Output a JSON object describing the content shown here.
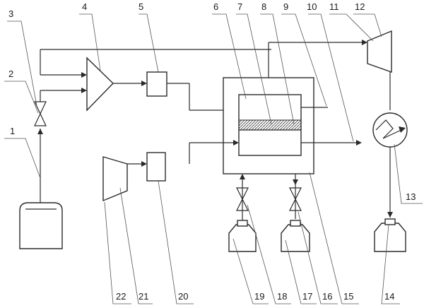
{
  "labels": [
    {
      "id": "1",
      "text": "1"
    },
    {
      "id": "2",
      "text": "2"
    },
    {
      "id": "3",
      "text": "3"
    },
    {
      "id": "4",
      "text": "4"
    },
    {
      "id": "5",
      "text": "5"
    },
    {
      "id": "6",
      "text": "6"
    },
    {
      "id": "7",
      "text": "7"
    },
    {
      "id": "8",
      "text": "8"
    },
    {
      "id": "9",
      "text": "9"
    },
    {
      "id": "10",
      "text": "10"
    },
    {
      "id": "11",
      "text": "11"
    },
    {
      "id": "12",
      "text": "12"
    },
    {
      "id": "13",
      "text": "13"
    },
    {
      "id": "14",
      "text": "14"
    },
    {
      "id": "15",
      "text": "15"
    },
    {
      "id": "16",
      "text": "16"
    },
    {
      "id": "17",
      "text": "17"
    },
    {
      "id": "18",
      "text": "18"
    },
    {
      "id": "19",
      "text": "19"
    },
    {
      "id": "20",
      "text": "20"
    },
    {
      "id": "21",
      "text": "21"
    },
    {
      "id": "22",
      "text": "22"
    }
  ]
}
